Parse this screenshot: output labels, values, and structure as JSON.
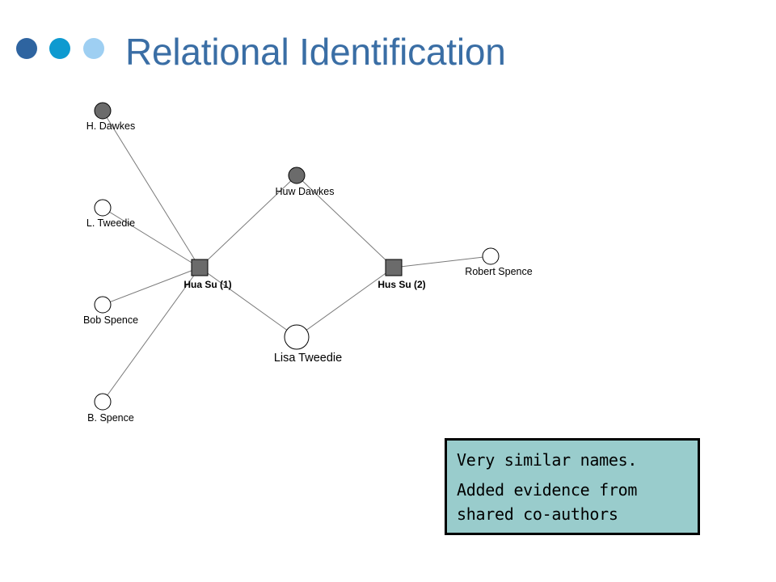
{
  "slide": {
    "title": "Relational Identification",
    "title_color": "#3a6ea5",
    "bullet_colors": [
      "#2e64a0",
      "#0e9ad0",
      "#9ecff2"
    ]
  },
  "graph": {
    "line_color": "#7a7a7a",
    "filled_node_color": "#6b6b6b",
    "authors": [
      {
        "id": "hua",
        "label": "Hua Su (1)"
      },
      {
        "id": "hus",
        "label": "Hus Su (2)"
      }
    ],
    "coauthors": [
      {
        "id": "hdawkes",
        "label": "H. Dawkes",
        "filled": true
      },
      {
        "id": "ltweedie",
        "label": "L. Tweedie",
        "filled": false
      },
      {
        "id": "bobspence",
        "label": "Bob Spence",
        "filled": false
      },
      {
        "id": "bspence",
        "label": "B. Spence",
        "filled": false
      },
      {
        "id": "huwdawkes",
        "label": "Huw Dawkes",
        "filled": true
      },
      {
        "id": "lisatweedie",
        "label": "Lisa Tweedie",
        "filled": false
      },
      {
        "id": "robertspence",
        "label": "Robert Spence",
        "filled": false
      }
    ],
    "edges": [
      [
        "hua",
        "hdawkes"
      ],
      [
        "hua",
        "ltweedie"
      ],
      [
        "hua",
        "bobspence"
      ],
      [
        "hua",
        "bspence"
      ],
      [
        "hua",
        "huwdawkes"
      ],
      [
        "hua",
        "lisatweedie"
      ],
      [
        "hus",
        "huwdawkes"
      ],
      [
        "hus",
        "lisatweedie"
      ],
      [
        "hus",
        "robertspence"
      ]
    ]
  },
  "note": {
    "lines": [
      "Very similar names.",
      "Added evidence from",
      "shared co-authors"
    ],
    "background": "#99cccc"
  }
}
